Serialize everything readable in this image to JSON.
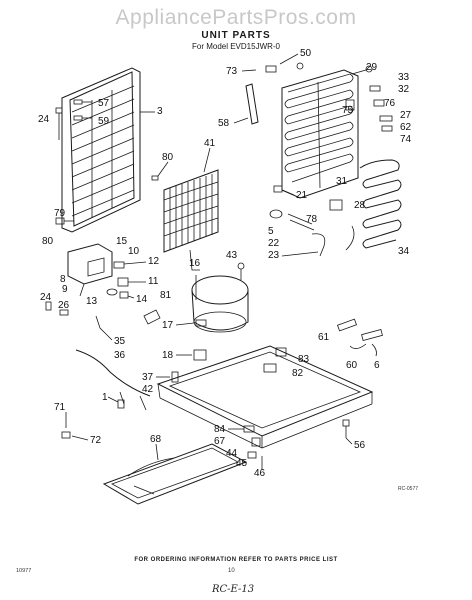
{
  "header": {
    "watermark": "AppliancePartsPros.com",
    "title": "UNIT PARTS",
    "subtitle": "For Model EVD15JWR-0"
  },
  "footer": {
    "ordering_note": "FOR ORDERING INFORMATION REFER TO PARTS PRICE LIST",
    "doc_number": "10977",
    "page_number": "10",
    "handwritten_note": "RC-E-13",
    "drawing_code": "RC-0577"
  },
  "callouts": [
    "50",
    "73",
    "29",
    "33",
    "32",
    "57",
    "59",
    "3",
    "24",
    "76",
    "75",
    "27",
    "62",
    "74",
    "58",
    "41",
    "80",
    "31",
    "21",
    "28",
    "78",
    "79",
    "80",
    "22",
    "5",
    "23",
    "34",
    "15",
    "10",
    "8",
    "12",
    "11",
    "9",
    "24",
    "26",
    "13",
    "14",
    "43",
    "16",
    "81",
    "61",
    "17",
    "35",
    "36",
    "18",
    "60",
    "6",
    "83",
    "82",
    "37",
    "42",
    "1",
    "71",
    "72",
    "84",
    "56",
    "67",
    "44",
    "45",
    "46",
    "68"
  ]
}
